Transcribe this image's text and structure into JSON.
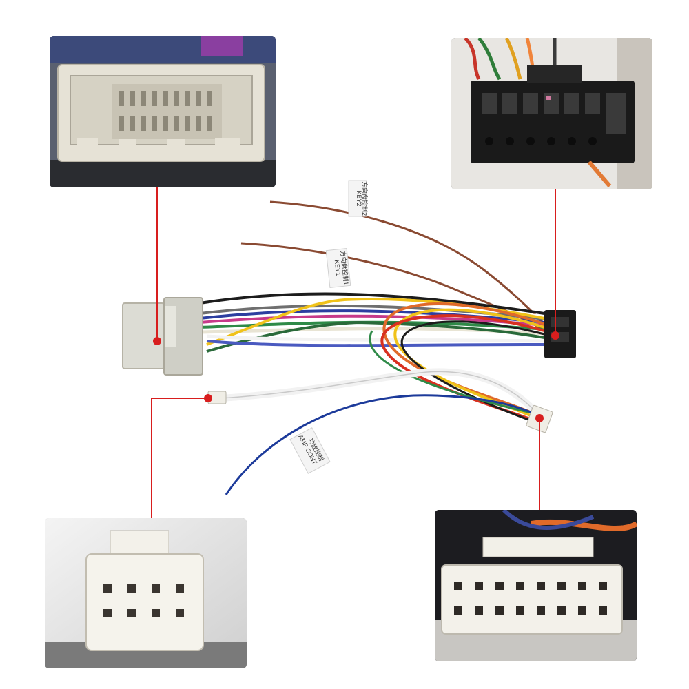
{
  "labels": {
    "key2": "KEY2",
    "key2_cn": "方向盘控制2",
    "key1": "KEY1",
    "key1_cn": "方向盘控制1",
    "amp": "AMP CONT",
    "amp_cn": "功放控制"
  },
  "colors": {
    "pointer": "#d81e1e",
    "connector_white": "#dcdcd4",
    "connector_black": "#1a1a1a",
    "wire_brown": "#8a4a32",
    "wire_blue": "#1c3a9a"
  }
}
